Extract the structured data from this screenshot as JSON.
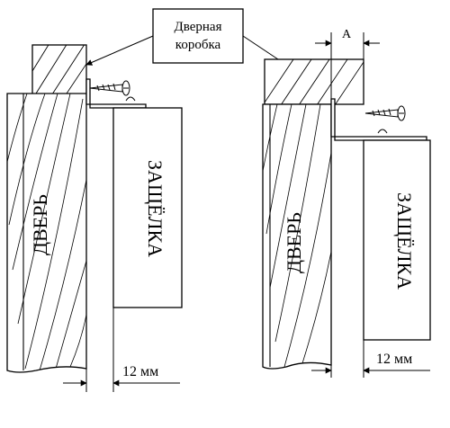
{
  "callout": {
    "line1": "Дверная",
    "line2": "коробка"
  },
  "left_figure": {
    "door_label": "ДВЕРЬ",
    "latch_label": "ЗАЩЁЛКА",
    "gap_label": "12 мм"
  },
  "right_figure": {
    "door_label": "ДВЕРЬ",
    "latch_label": "ЗАЩЁЛКА",
    "gap_label": "12 мм",
    "offset_label": "A"
  }
}
